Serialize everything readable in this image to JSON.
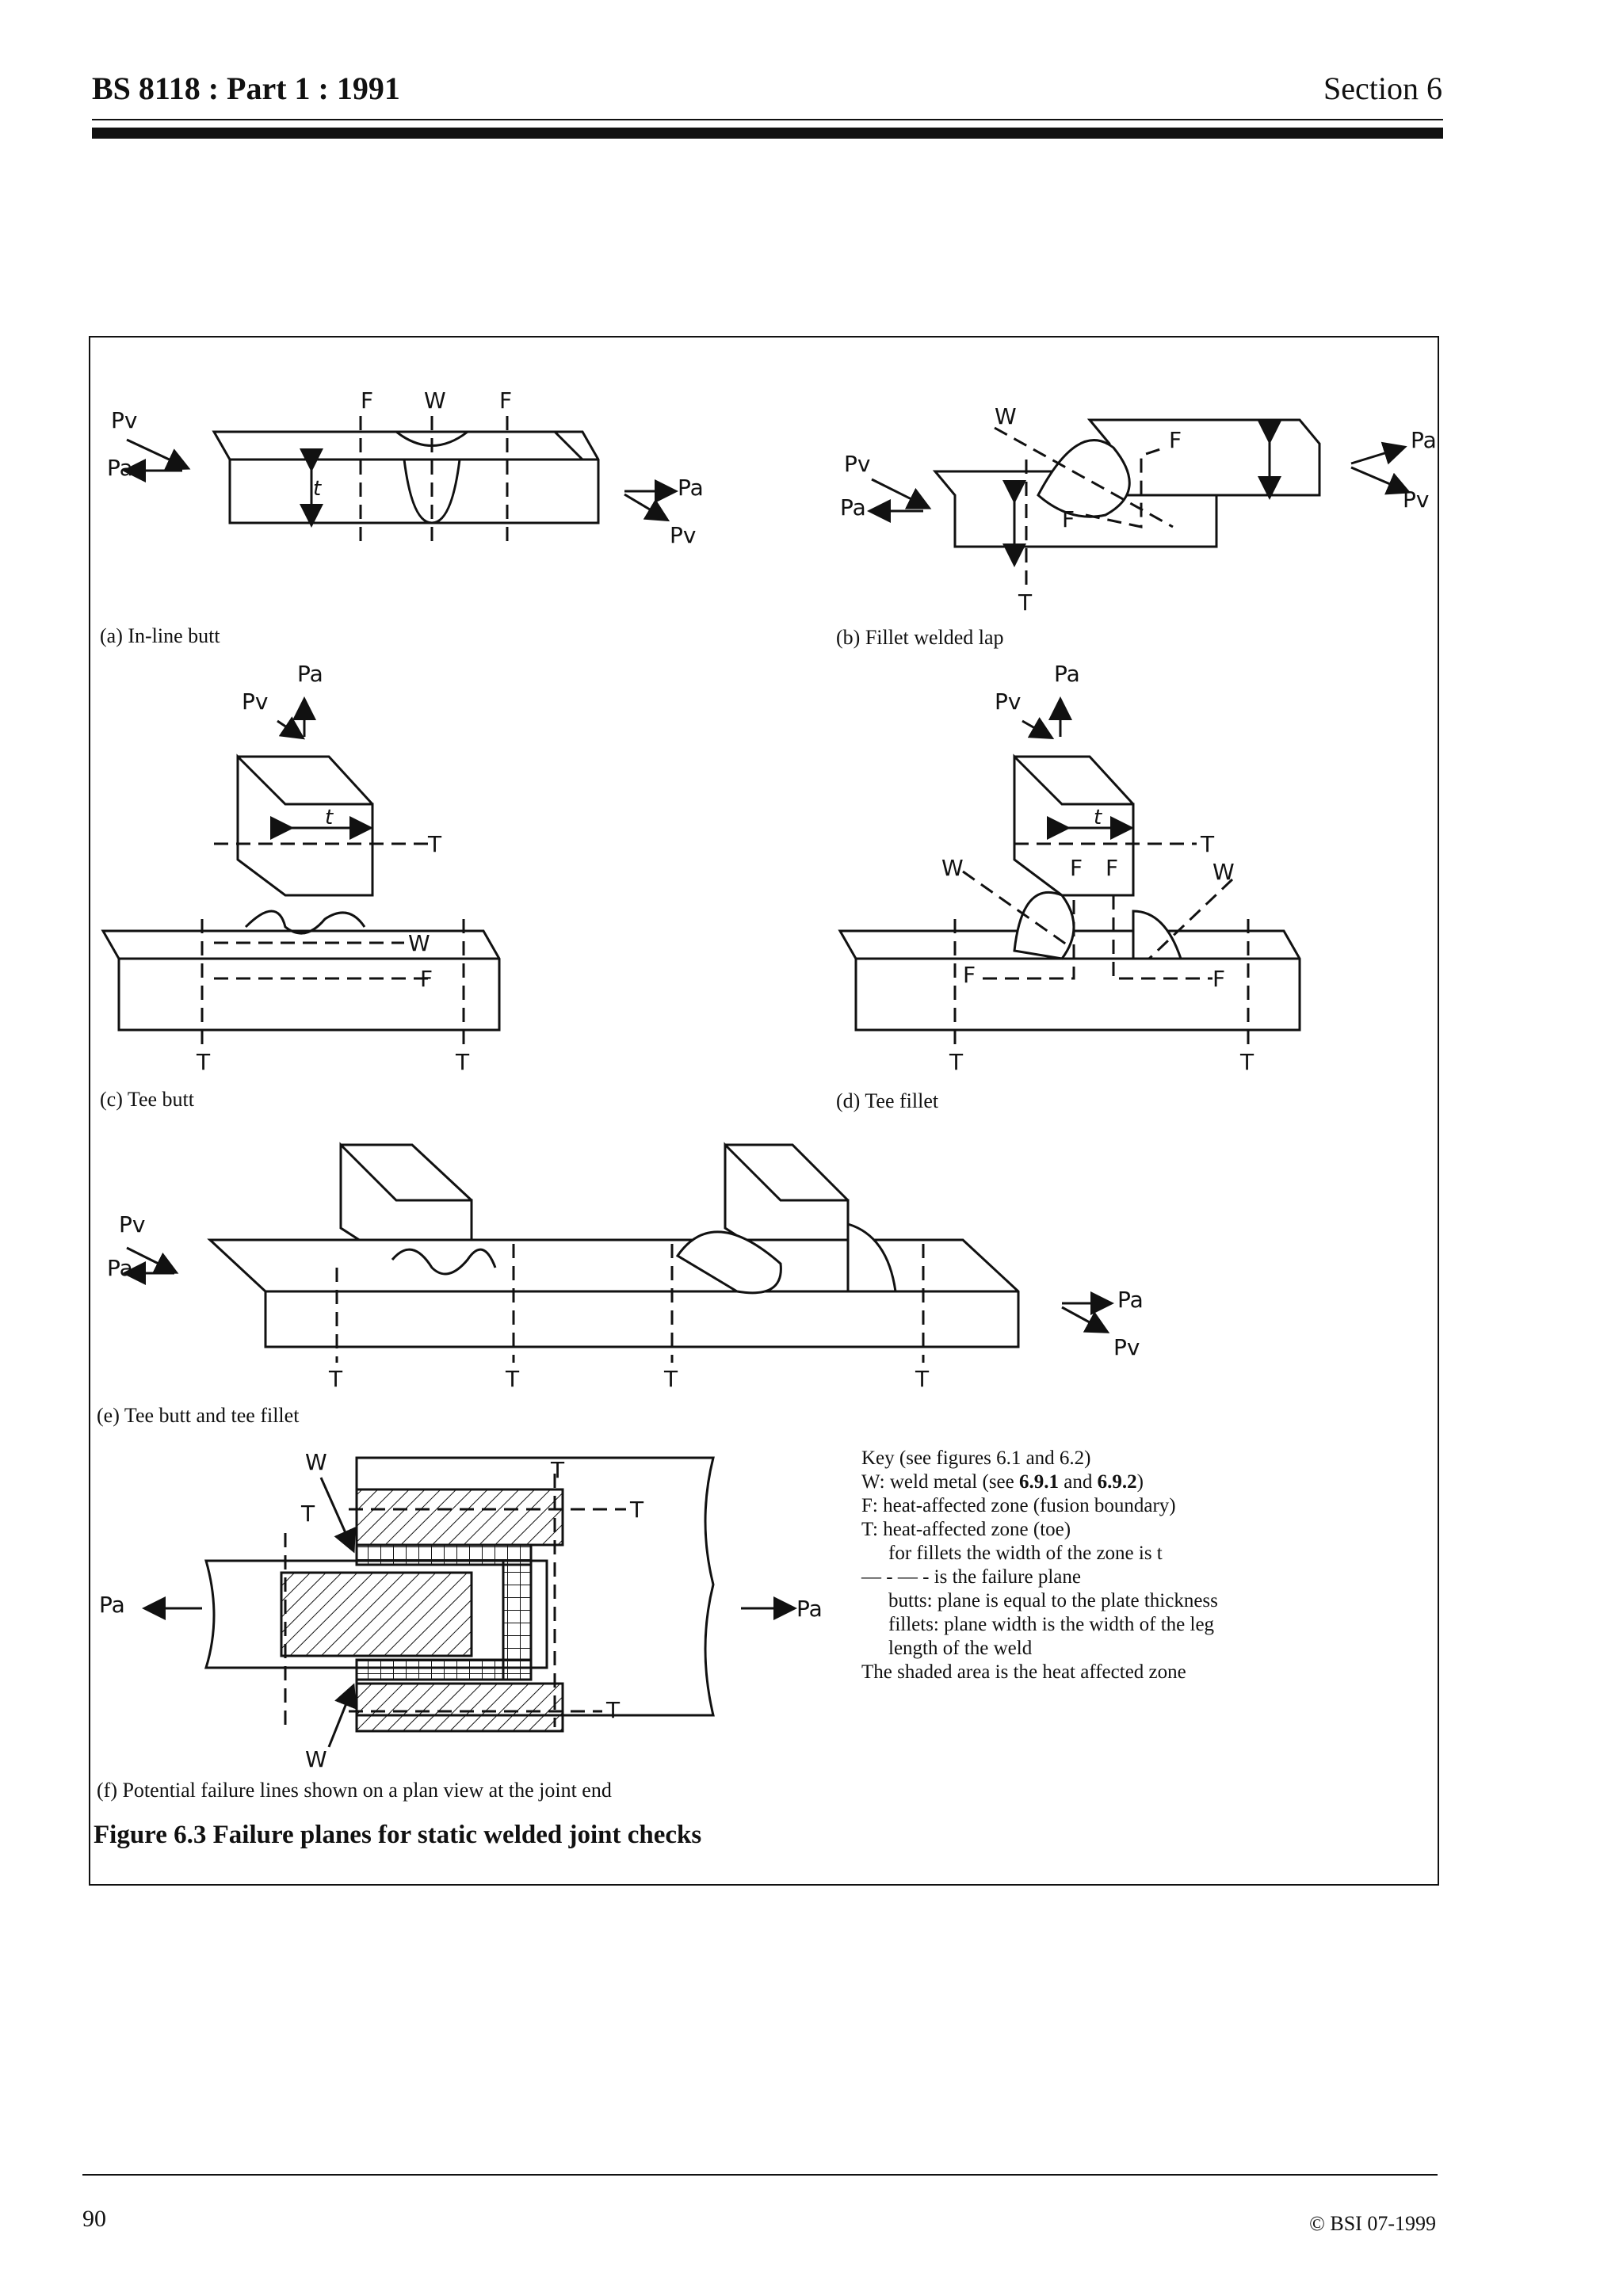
{
  "header": {
    "left": "BS 8118 : Part 1 : 1991",
    "right": "Section 6"
  },
  "figure": {
    "title": "Figure 6.3 Failure planes for static welded joint checks",
    "captions": {
      "a": "(a) In-line butt",
      "b": "(b) Fillet welded lap",
      "c": "(c) Tee butt",
      "d": "(d) Tee fillet",
      "e": "(e) Tee butt and tee fillet",
      "f": "(f) Potential failure lines shown on a plan view at the joint end"
    },
    "labels": {
      "F": "F",
      "W": "W",
      "T": "T",
      "t": "t",
      "pv": "Pv",
      "pa": "Pa"
    }
  },
  "key": {
    "title": "Key (see figures 6.1 and 6.2)",
    "w_prefix": "W: weld metal (see ",
    "w_ref1": "6.9.1",
    "w_and": " and ",
    "w_ref2": "6.9.2",
    "w_suffix": ")",
    "f": "F: heat-affected zone (fusion boundary)",
    "t": "T:  heat-affected zone (toe)",
    "t2": "for fillets the width of the zone is t",
    "plane_sym": "— - — -",
    "plane": " is the failure plane",
    "butts": "butts: plane is equal to the plate thickness",
    "fillets1": "fillets: plane width is the width of the leg",
    "fillets2": "length of the weld",
    "shaded": "The shaded area is the heat affected zone"
  },
  "footer": {
    "page": "90",
    "copyright": "© BSI 07-1999"
  }
}
